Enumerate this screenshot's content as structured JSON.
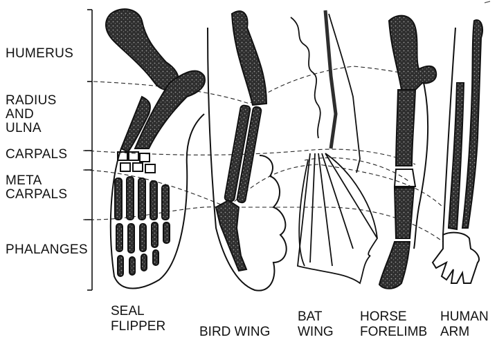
{
  "bone_labels": {
    "humerus": "HUMERUS",
    "radius_ulna": "RADIUS\nAND\nULNA",
    "carpals": "CARPALS",
    "metacarpals": "META\nCARPALS",
    "phalanges": "PHALANGES"
  },
  "limb_captions": {
    "seal": "SEAL\nFLIPPER",
    "bird": "BIRD WING",
    "bat": "BAT\nWING",
    "horse": "HORSE\nFORELIMB",
    "human": "HUMAN\nARM"
  },
  "colors": {
    "ink": "#111111",
    "bone_fill": "#3a3a3a",
    "background": "#ffffff"
  }
}
